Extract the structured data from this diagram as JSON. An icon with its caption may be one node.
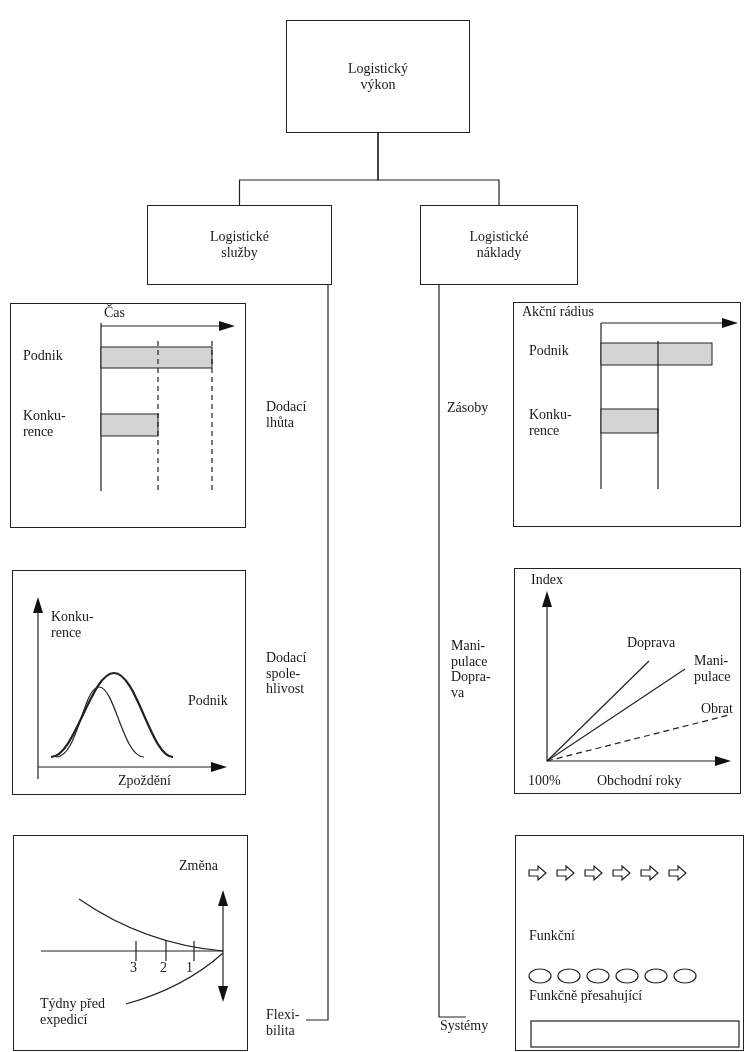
{
  "diagram": {
    "nodes": [
      {
        "text": [
          "Logistický výkon"
        ]
      },
      {
        "text": [
          "Logistické služby"
        ]
      },
      {
        "text": [
          "Logistické náklady"
        ]
      },
      {
        "text": [
          "Čas",
          "Podnik",
          "Konku- rence"
        ]
      },
      {
        "text": [
          "Akční rádius",
          "Podnik",
          "Konku- rence"
        ]
      },
      {
        "text": [
          "Konku- rence",
          "Podnik",
          "Zpoždění"
        ]
      },
      {
        "text": [
          "Index",
          "Doprava",
          "Mani- pulace",
          "Obrat",
          "100%",
          "Obchodní roky"
        ]
      },
      {
        "text": [
          "Změna",
          "3",
          "2",
          "1",
          "Týdny před expedicí"
        ]
      },
      {
        "text": [
          "Funkční",
          "Funkčně přesahující"
        ]
      },
      {
        "text": [
          "Flexi- bilita"
        ]
      },
      {
        "text": [
          "Systémy"
        ]
      }
    ],
    "edges": [
      {
        "from": 0,
        "to": 1,
        "arrow": "none"
      },
      {
        "from": 0,
        "to": 2,
        "arrow": "none"
      },
      {
        "from": 1,
        "to": 9,
        "arrow": "none"
      },
      {
        "from": 2,
        "to": 10,
        "arrow": "none"
      }
    ],
    "labels": [
      "Dodací lhůta",
      "Zásoby",
      "Dodací spole- hlivost",
      "Mani- pulace Dopra- va"
    ]
  }
}
